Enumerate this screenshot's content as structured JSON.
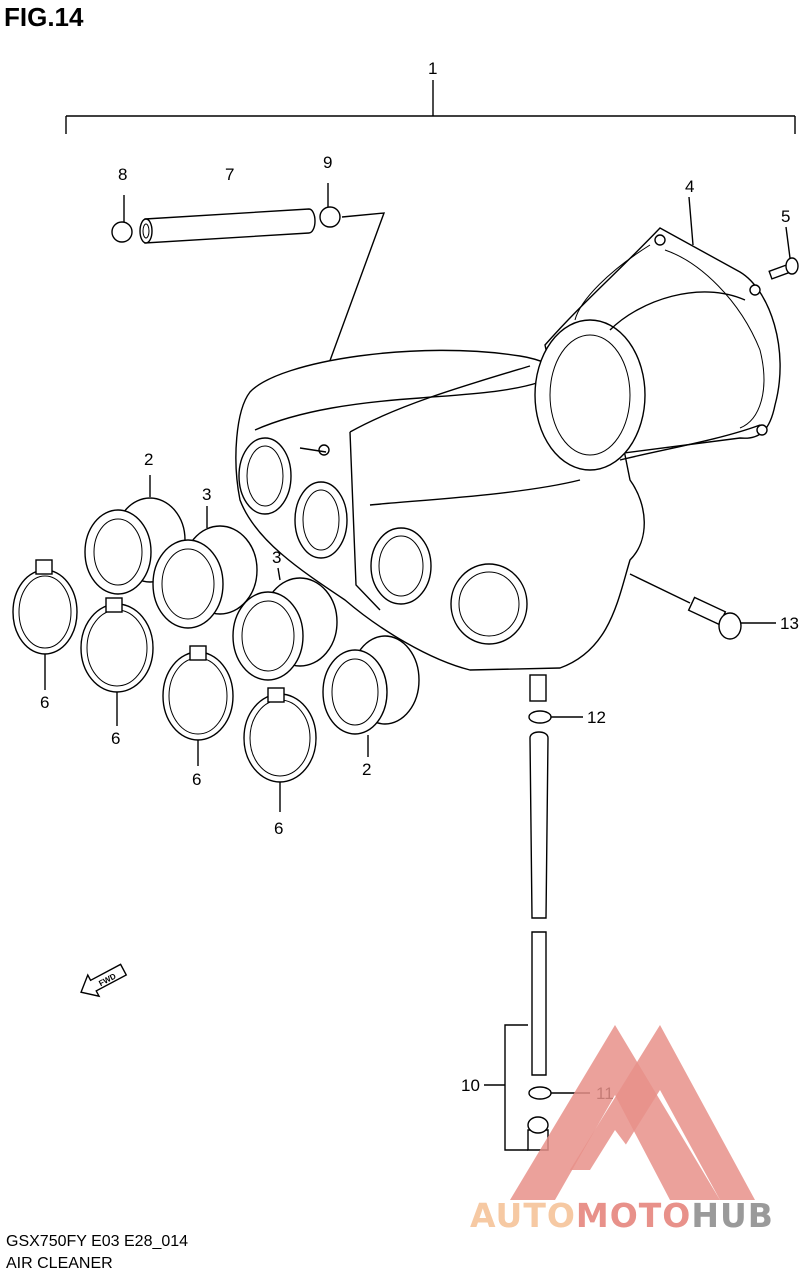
{
  "header": {
    "figure": "FIG.14"
  },
  "footer": {
    "model_code": "GSX750FY E03 E28_014",
    "section_name": "AIR CLEANER"
  },
  "callouts": {
    "c1": "1",
    "c2a": "2",
    "c2b": "2",
    "c3a": "3",
    "c3b": "3",
    "c4": "4",
    "c5": "5",
    "c6a": "6",
    "c6b": "6",
    "c6c": "6",
    "c6d": "6",
    "c7": "7",
    "c8": "8",
    "c9": "9",
    "c10": "10",
    "c11": "11",
    "c12": "12",
    "c13": "13"
  },
  "fwd_marker": "FWD",
  "watermark": {
    "part1": "AUTO",
    "part2": "MOTO",
    "part3": "HUB"
  },
  "colors": {
    "watermark_red": "#e8918a",
    "watermark_orange": "#f6c9a3",
    "watermark_gray": "#9a9a9a",
    "line": "#000000"
  }
}
